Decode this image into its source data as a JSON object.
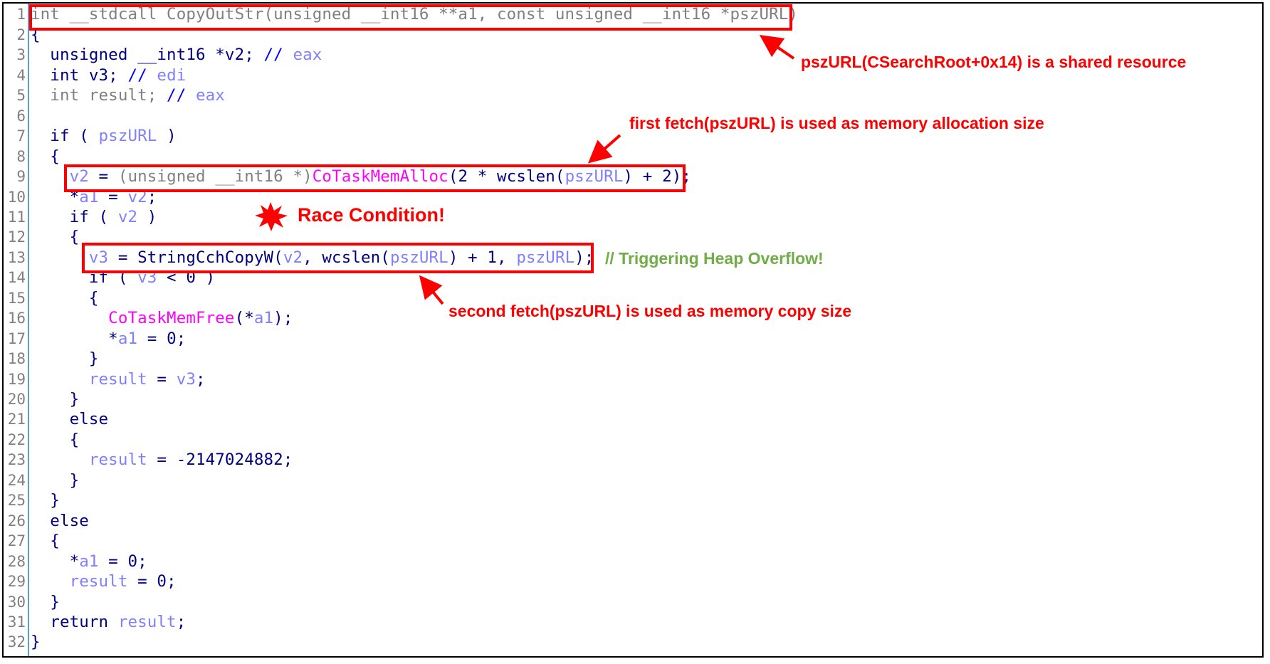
{
  "code_lines": [
    [
      [
        "gray",
        "int __stdcall CopyOutStr(unsigned __int16 **a1, const unsigned __int16 *pszURL)"
      ]
    ],
    [
      [
        "navy",
        "{"
      ]
    ],
    [
      [
        "navy",
        "  unsigned __int16 *v2; "
      ],
      [
        "cm",
        "// "
      ],
      [
        "var",
        "eax"
      ]
    ],
    [
      [
        "navy",
        "  int v3; "
      ],
      [
        "cm",
        "// "
      ],
      [
        "var",
        "edi"
      ]
    ],
    [
      [
        "gray",
        "  int result; "
      ],
      [
        "cm",
        "// "
      ],
      [
        "var",
        "eax"
      ]
    ],
    [],
    [
      [
        "navy",
        "  if ( "
      ],
      [
        "var",
        "pszURL"
      ],
      [
        "navy",
        " )"
      ]
    ],
    [
      [
        "navy",
        "  {"
      ]
    ],
    [
      [
        "var",
        "    v2"
      ],
      [
        "navy",
        " = "
      ],
      [
        "gray",
        "(unsigned __int16 *)"
      ],
      [
        "mag",
        "CoTaskMemAlloc"
      ],
      [
        "navy",
        "(2 * wcslen("
      ],
      [
        "var",
        "pszURL"
      ],
      [
        "navy",
        ") + 2);"
      ]
    ],
    [
      [
        "navy",
        "    *"
      ],
      [
        "var",
        "a1"
      ],
      [
        "navy",
        " = "
      ],
      [
        "var",
        "v2"
      ],
      [
        "navy",
        ";"
      ]
    ],
    [
      [
        "navy",
        "    if ( "
      ],
      [
        "var",
        "v2"
      ],
      [
        "navy",
        " )"
      ]
    ],
    [
      [
        "navy",
        "    {"
      ]
    ],
    [
      [
        "var",
        "      v3"
      ],
      [
        "navy",
        " = StringCchCopyW("
      ],
      [
        "var",
        "v2"
      ],
      [
        "navy",
        ", wcslen("
      ],
      [
        "var",
        "pszURL"
      ],
      [
        "navy",
        ") + 1, "
      ],
      [
        "var",
        "pszURL"
      ],
      [
        "navy",
        ");"
      ]
    ],
    [
      [
        "navy",
        "      if ( "
      ],
      [
        "var",
        "v3"
      ],
      [
        "navy",
        " < 0 )"
      ]
    ],
    [
      [
        "navy",
        "      {"
      ]
    ],
    [
      [
        "mag",
        "        CoTaskMemFree"
      ],
      [
        "navy",
        "(*"
      ],
      [
        "var",
        "a1"
      ],
      [
        "navy",
        ");"
      ]
    ],
    [
      [
        "navy",
        "        *"
      ],
      [
        "var",
        "a1"
      ],
      [
        "navy",
        " = 0;"
      ]
    ],
    [
      [
        "navy",
        "      }"
      ]
    ],
    [
      [
        "var",
        "      result"
      ],
      [
        "navy",
        " = "
      ],
      [
        "var",
        "v3"
      ],
      [
        "navy",
        ";"
      ]
    ],
    [
      [
        "navy",
        "    }"
      ]
    ],
    [
      [
        "navy",
        "    else"
      ]
    ],
    [
      [
        "navy",
        "    {"
      ]
    ],
    [
      [
        "var",
        "      result"
      ],
      [
        "navy",
        " = -2147024882;"
      ]
    ],
    [
      [
        "navy",
        "    }"
      ]
    ],
    [
      [
        "navy",
        "  }"
      ]
    ],
    [
      [
        "navy",
        "  else"
      ]
    ],
    [
      [
        "navy",
        "  {"
      ]
    ],
    [
      [
        "navy",
        "    *"
      ],
      [
        "var",
        "a1"
      ],
      [
        "navy",
        " = 0;"
      ]
    ],
    [
      [
        "var",
        "    result"
      ],
      [
        "navy",
        " = 0;"
      ]
    ],
    [
      [
        "navy",
        "  }"
      ]
    ],
    [
      [
        "navy",
        "  return "
      ],
      [
        "var",
        "result"
      ],
      [
        "navy",
        ";"
      ]
    ],
    [
      [
        "navy",
        "}"
      ]
    ]
  ],
  "annotations": {
    "shared_resource": "pszURL(CSearchRoot+0x14) is a shared resource",
    "first_fetch": "first fetch(pszURL) is used as memory allocation size",
    "race_condition": "Race Condition!",
    "heap_overflow": "// Triggering Heap Overflow!",
    "second_fetch": "second fetch(pszURL) is used as memory copy size"
  },
  "colors": {
    "highlight": "#ff0000",
    "comment_note": "#70ad47"
  }
}
